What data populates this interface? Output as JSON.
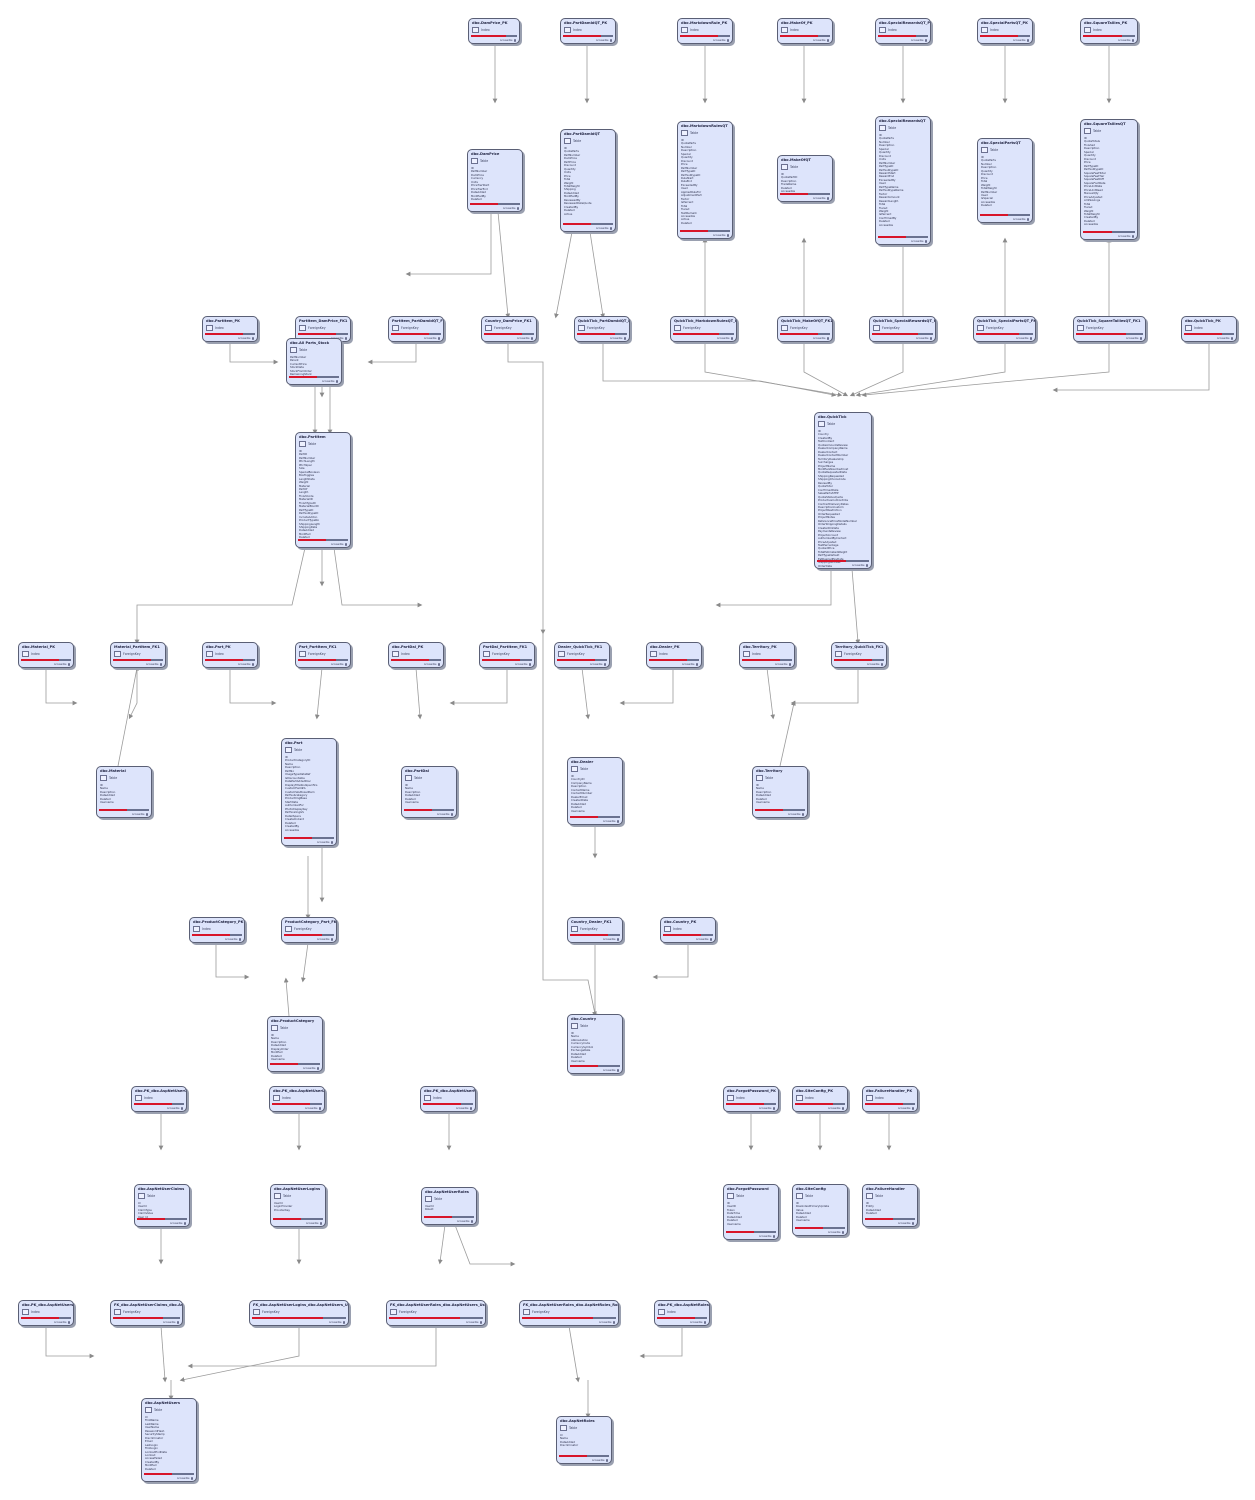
{
  "colors": {
    "node_fill": "#dde4fb",
    "node_border": "#5a5f75",
    "bar_red": "#d8152a",
    "bar_grey": "#6a7290",
    "edge": "#9b9b9b"
  },
  "icons": {
    "table": "table-icon",
    "key": "key-icon",
    "link": "link-icon"
  },
  "diagram": {
    "nodes": [
      {
        "id": "dbo.DamPrice_PK",
        "kind": "Index",
        "footer": "Accessible"
      },
      {
        "id": "dbo.PartDamIdQT_PK",
        "kind": "Index",
        "footer": "Accessible"
      },
      {
        "id": "dbo.MarkdownRule_PK",
        "kind": "Index",
        "footer": "Accessible"
      },
      {
        "id": "dbo.MakeOf_PK",
        "kind": "Index",
        "footer": "Accessible"
      },
      {
        "id": "dbo.SpecialRewardsQT_PK",
        "kind": "Index",
        "footer": "Accessible"
      },
      {
        "id": "dbo.SpecialPartsQT_PK",
        "kind": "Index",
        "footer": "Accessible"
      },
      {
        "id": "dbo.SquareTallies_PK",
        "kind": "Index",
        "footer": "Accessible"
      },
      {
        "id": "dbo.DamPrice",
        "kind": "Table",
        "footer": "Accessible",
        "fields": [
          "ID",
          "PartNumber",
          "DamPrice",
          "Currency",
          "Units",
          "PriceTierStart",
          "PriceTierEnd",
          "DateAdded",
          "ModifiedBy",
          "Deleted"
        ]
      },
      {
        "id": "dbo.PartDamIdQT",
        "kind": "Table",
        "footer": "Accessible",
        "fields": [
          "ID",
          "QuoteParts",
          "PartNumber",
          "DamPrice",
          "PartPrice",
          "Discount",
          "Quantity",
          "Units",
          "Price",
          "Total",
          "Weight",
          "TotalWeight",
          "Shipping",
          "DateAdded",
          "ModifiedBy",
          "ReviewedBy",
          "ReviewedDateQuote",
          "CreatedBy",
          "Deleted",
          "Active"
        ]
      },
      {
        "id": "dbo.MarkdownRulesQT",
        "kind": "Table",
        "footer": "Accessible",
        "fields": [
          "ID",
          "QuoteParts",
          "Number",
          "Description",
          "Special",
          "Quantity",
          "Discount",
          "Price",
          "PartNumber",
          "PartTypeID",
          "PartSubtypeID",
          "RuleStart",
          "RuleEnd",
          "ExceededBy",
          "Used",
          "AppliedRuleFor",
          "AdjustmentPart",
          "Factor",
          "IsPercent",
          "Total",
          "Tiered",
          "TextRemark",
          "Accessible",
          "Active",
          "Deleted"
        ]
      },
      {
        "id": "dbo.MakeOfQT",
        "kind": "Table",
        "footer": "Accessible",
        "fields": [
          "ID",
          "QuotePartID",
          "Description",
          "TradeName",
          "Deleted",
          "Accessible"
        ]
      },
      {
        "id": "dbo.SpecialRewardsQT",
        "kind": "Table",
        "footer": "Accessible",
        "fields": [
          "ID",
          "QuoteParts",
          "Number",
          "Description",
          "Special",
          "Quantity",
          "Discount",
          "Units",
          "PartNumber",
          "PartTypeID",
          "PartSubtypeID",
          "RewardStart",
          "RewardEnd",
          "ExceededBy",
          "Used",
          "PartTypeName",
          "PartSubtypeName",
          "Factor",
          "RewardAmount",
          "RewardLength",
          "Total",
          "Tiered",
          "Weight",
          "IsPercent",
          "ConfirmedBy",
          "Deleted",
          "Accessible"
        ]
      },
      {
        "id": "dbo.SpecialPartsQT",
        "kind": "Table",
        "footer": "Accessible",
        "fields": [
          "ID",
          "QuoteParts",
          "Number",
          "Description",
          "Quantity",
          "Discount",
          "Price",
          "Total",
          "Weight",
          "TotalWeight",
          "PartNumber",
          "Used",
          "IsSpecial",
          "Accessible",
          "Deleted"
        ]
      },
      {
        "id": "dbo.SquareTalliesQT",
        "kind": "Table",
        "footer": "Accessible",
        "fields": [
          "ID",
          "QuoteTotals",
          "Finished",
          "Description",
          "Special",
          "Quantity",
          "Discount",
          "Price",
          "PartTypeID",
          "PartSubtypeID",
          "SquareFeetTotal",
          "SquareFeetTier",
          "SquareFeetDiff",
          "SquareFootRate",
          "PriceUnitRate",
          "PriceUnitRead",
          "ManualQty",
          "PriceAdjusted",
          "AmtSAvings",
          "Total",
          "Tiered",
          "Weight",
          "TotalWeight",
          "CreatedBy",
          "Deleted",
          "Accessible"
        ]
      },
      {
        "id": "dbo.PartItem_PK",
        "kind": "Index",
        "footer": "Accessible"
      },
      {
        "id": "PartItem_DamPrice_FK1",
        "kind": "ForeignKey",
        "footer": "Accessible"
      },
      {
        "id": "PartItem_PartDamIdQT_FK1",
        "kind": "ForeignKey",
        "footer": "Accessible"
      },
      {
        "id": "Country_DamPrice_FK1",
        "kind": "ForeignKey",
        "footer": "Accessible"
      },
      {
        "id": "QuickTick_PartDamIdQT_FK1",
        "kind": "ForeignKey",
        "footer": "Accessible"
      },
      {
        "id": "QuickTick_MarkdownRulesQT_FK1",
        "kind": "ForeignKey",
        "footer": "Accessible"
      },
      {
        "id": "QuickTick_MakeOfQT_FK1",
        "kind": "ForeignKey",
        "footer": "Accessible"
      },
      {
        "id": "QuickTick_SpecialRewardsQT_FK1",
        "kind": "ForeignKey",
        "footer": "Accessible"
      },
      {
        "id": "QuickTick_SpecialPartsQT_FK1",
        "kind": "ForeignKey",
        "footer": "Accessible"
      },
      {
        "id": "QuickTick_SquareTalliesQT_FK1",
        "kind": "ForeignKey",
        "footer": "Accessible"
      },
      {
        "id": "dbo.QuickTick_PK",
        "kind": "Index",
        "footer": "Accessible"
      },
      {
        "id": "dbo.All Parts_Stock",
        "kind": "Table",
        "footer": "Accessible",
        "fields": [
          "PartNumber",
          "Parent",
          "CurrentPrice",
          "StockDate",
          "StockFromOrder",
          "RemainingStock"
        ]
      },
      {
        "id": "dbo.PartItem",
        "kind": "Table",
        "footer": "Accessible",
        "fields": [
          "ID",
          "PartID",
          "PartNumber",
          "PitchLength",
          "PitchSpec",
          "Size",
          "SpecialBoolean",
          "BoxToggles",
          "LengthData",
          "Weight",
          "Material",
          "PartOf",
          "Length",
          "FinishCode",
          "MaterialID",
          "FinishTypeID",
          "MaterialBoolID",
          "PartTypeID",
          "PartSubtypeID",
          "IncludeAddon",
          "ProductTypeNo",
          "ShippingLength",
          "ShippingDate",
          "DateAdded",
          "Modified",
          "Deleted"
        ]
      },
      {
        "id": "dbo.QuickTick",
        "kind": "Table",
        "footer": "Accessible",
        "fields": [
          "ID",
          "Country",
          "CreatedBy",
          "TextContent",
          "QuoteAmountsReview",
          "DealerCompanyName",
          "DealerContact",
          "DealerContactNumber",
          "TerritoryDealership",
          "Surcharges",
          "ProjectName",
          "ModifiedAbsorbedCost",
          "QuoteRequestedDate",
          "ShippingRequested",
          "ShippingChoiceCode",
          "RevisedBy",
          "QuoteTotal",
          "ConfirmedDate",
          "SalesPartsSTEP",
          "QuoteStatusQuote",
          "ProductiveCutContribs",
          "ContractDeliveryDates",
          "DescriptionCustom",
          "ProjectRestriction",
          "OrderRequested",
          "ProjectNotes",
          "ReferencePriceModelNumber",
          "OrderShippingDetails",
          "CreatedOnDate",
          "PaymentsReview",
          "ProjectAccount",
          "AuthorizedByContact",
          "PriceAdjusted",
          "TestPercentage",
          "QuotedPrice",
          "TotalEstimatedWeight",
          "PartTypeDefault",
          "EstDesiredPayDate",
          "ShippingAddress",
          "OrderDate",
          "CreatedBy",
          "Deleted"
        ]
      },
      {
        "id": "dbo.Material_PK",
        "kind": "Index",
        "footer": "Accessible"
      },
      {
        "id": "Material_PartItem_FK1",
        "kind": "ForeignKey",
        "footer": "Accessible"
      },
      {
        "id": "dbo.Part_PK",
        "kind": "Index",
        "footer": "Accessible"
      },
      {
        "id": "Part_PartItem_FK1",
        "kind": "ForeignKey",
        "footer": "Accessible"
      },
      {
        "id": "dbo.PartDal_PK",
        "kind": "Index",
        "footer": "Accessible"
      },
      {
        "id": "PartDal_PartItem_FK1",
        "kind": "ForeignKey",
        "footer": "Accessible"
      },
      {
        "id": "Dealer_QuickTick_FK1",
        "kind": "ForeignKey",
        "footer": "Accessible"
      },
      {
        "id": "dbo.Dealer_PK",
        "kind": "Index",
        "footer": "Accessible"
      },
      {
        "id": "dbo.Territory_PK",
        "kind": "Index",
        "footer": "Accessible"
      },
      {
        "id": "Territory_QuickTick_FK1",
        "kind": "ForeignKey",
        "footer": "Accessible"
      },
      {
        "id": "dbo.Material",
        "kind": "Table",
        "footer": "Accessible",
        "fields": [
          "ID",
          "Name",
          "Description",
          "DateAdded",
          "Deleted",
          "Username"
        ]
      },
      {
        "id": "dbo.Part",
        "kind": "Table",
        "footer": "Accessible",
        "fields": [
          "ID",
          "ProductCategoryID",
          "Name",
          "Description",
          "PartNo",
          "ImageTypeDataRef",
          "IsDiscountable",
          "DatePartAddedDisc",
          "DisplayTitleSkuSpecifics",
          "CustomField#A",
          "CustomSkuBoxedItem",
          "PartSubcategory",
          "ProductImgBase",
          "StartDate",
          "AuthorizedFor",
          "PhotoDisplayKey",
          "PartScalingGS",
          "DetailSpecs",
          "CreateOnCard",
          "Deleted",
          "CreatedBy",
          "Accessible"
        ]
      },
      {
        "id": "dbo.PartDal",
        "kind": "Table",
        "footer": "Accessible",
        "fields": [
          "ID",
          "Name",
          "Description",
          "DateAdded",
          "Deleted",
          "Username"
        ]
      },
      {
        "id": "dbo.Dealer",
        "kind": "Table",
        "footer": "Accessible",
        "fields": [
          "ID",
          "CountryID",
          "CompanyName",
          "Description",
          "ContactName",
          "ContactNumber",
          "DealerEmail",
          "CreatedDate",
          "DateAdded",
          "Deleted",
          "Username"
        ]
      },
      {
        "id": "dbo.Territory",
        "kind": "Table",
        "footer": "Accessible",
        "fields": [
          "ID",
          "Name",
          "Description",
          "DateAdded",
          "Deleted",
          "Username"
        ]
      },
      {
        "id": "dbo.ProductCategory_PK",
        "kind": "Index",
        "footer": "Accessible"
      },
      {
        "id": "ProductCategory_Part_FK1",
        "kind": "ForeignKey",
        "footer": "Accessible"
      },
      {
        "id": "Country_Dealer_FK1",
        "kind": "ForeignKey",
        "footer": "Accessible"
      },
      {
        "id": "dbo.Country_PK",
        "kind": "Index",
        "footer": "Accessible"
      },
      {
        "id": "dbo.ProductCategory",
        "kind": "Table",
        "footer": "Accessible",
        "fields": [
          "ID",
          "Name",
          "Description",
          "DateAdded",
          "DisplayOrder",
          "Modified",
          "Deleted",
          "Username"
        ]
      },
      {
        "id": "dbo.Country",
        "kind": "Table",
        "footer": "Accessible",
        "fields": [
          "ID",
          "Name",
          "Abbreviation",
          "CurrencyCode",
          "CurrencySymbol",
          "ExchangeRate",
          "DateAdded",
          "Deleted",
          "Username"
        ]
      },
      {
        "id": "dbo.PK_dbo.AspNetUserClaims",
        "kind": "Index",
        "footer": "Accessible"
      },
      {
        "id": "dbo.PK_dbo.AspNetUserLogins",
        "kind": "Index",
        "footer": "Accessible"
      },
      {
        "id": "dbo.PK_dbo.AspNetUserRoles",
        "kind": "Index",
        "footer": "Accessible"
      },
      {
        "id": "dbo.ForgotPassword_PK",
        "kind": "Index",
        "footer": "Accessible"
      },
      {
        "id": "dbo.SiteConfig_PK",
        "kind": "Index",
        "footer": "Accessible"
      },
      {
        "id": "dbo.FailureHandler_PK",
        "kind": "Index",
        "footer": "Accessible"
      },
      {
        "id": "dbo.AspNetUserClaims",
        "kind": "Table",
        "footer": "Accessible",
        "fields": [
          "Id",
          "UserId",
          "ClaimType",
          "ClaimValue",
          "User_Id"
        ]
      },
      {
        "id": "dbo.AspNetUserLogins",
        "kind": "Table",
        "footer": "Accessible",
        "fields": [
          "UserId",
          "LoginProvider",
          "ProviderKey"
        ]
      },
      {
        "id": "dbo.AspNetUserRoles",
        "kind": "Table",
        "footer": "Accessible",
        "fields": [
          "UserId",
          "RoleId"
        ]
      },
      {
        "id": "dbo.ForgotPassword",
        "kind": "Table",
        "footer": "Accessible",
        "fields": [
          "ID",
          "UserID",
          "Token",
          "DateTime",
          "DateAdded",
          "Deleted",
          "Username"
        ]
      },
      {
        "id": "dbo.SiteConfig",
        "kind": "Table",
        "footer": "Accessible",
        "fields": [
          "ID",
          "RowIndexPrimaryUpdate",
          "Value",
          "DateAdded",
          "Deleted",
          "Username"
        ]
      },
      {
        "id": "dbo.FailureHandler",
        "kind": "Table",
        "footer": "Accessible",
        "fields": [
          "ID",
          "Entity",
          "DateAdded",
          "Deleted"
        ]
      },
      {
        "id": "dbo.PK_dbo.AspNetUsers",
        "kind": "Index",
        "footer": "Accessible"
      },
      {
        "id": "FK_dbo.AspNetUserClaims_dbo.AspNetUsers_User_Id",
        "kind": "ForeignKey",
        "footer": "Accessible"
      },
      {
        "id": "FK_dbo.AspNetUserLogins_dbo.AspNetUsers_UserId",
        "kind": "ForeignKey",
        "footer": "Accessible"
      },
      {
        "id": "FK_dbo.AspNetUserRoles_dbo.AspNetUsers_UserId",
        "kind": "ForeignKey",
        "footer": "Accessible"
      },
      {
        "id": "FK_dbo.AspNetUserRoles_dbo.AspNetRoles_RoleId",
        "kind": "ForeignKey",
        "footer": "Accessible"
      },
      {
        "id": "dbo.PK_dbo.AspNetRoles",
        "kind": "Index",
        "footer": "Accessible"
      },
      {
        "id": "dbo.AspNetUsers",
        "kind": "Table",
        "footer": "Accessible",
        "fields": [
          "Id",
          "FirstName",
          "LastName",
          "UserName",
          "PasswordHash",
          "SecurityStamp",
          "Discriminator",
          "Email",
          "LastLogin",
          "FirstLogin",
          "LockoutEndDate",
          "Lockout",
          "AccessFailed",
          "CreatedBy",
          "Modified",
          "Deleted"
        ]
      },
      {
        "id": "dbo.AspNetRoles",
        "kind": "Table",
        "footer": "Accessible",
        "fields": [
          "Id",
          "Name",
          "DateAdded",
          "Discriminator"
        ]
      }
    ]
  }
}
